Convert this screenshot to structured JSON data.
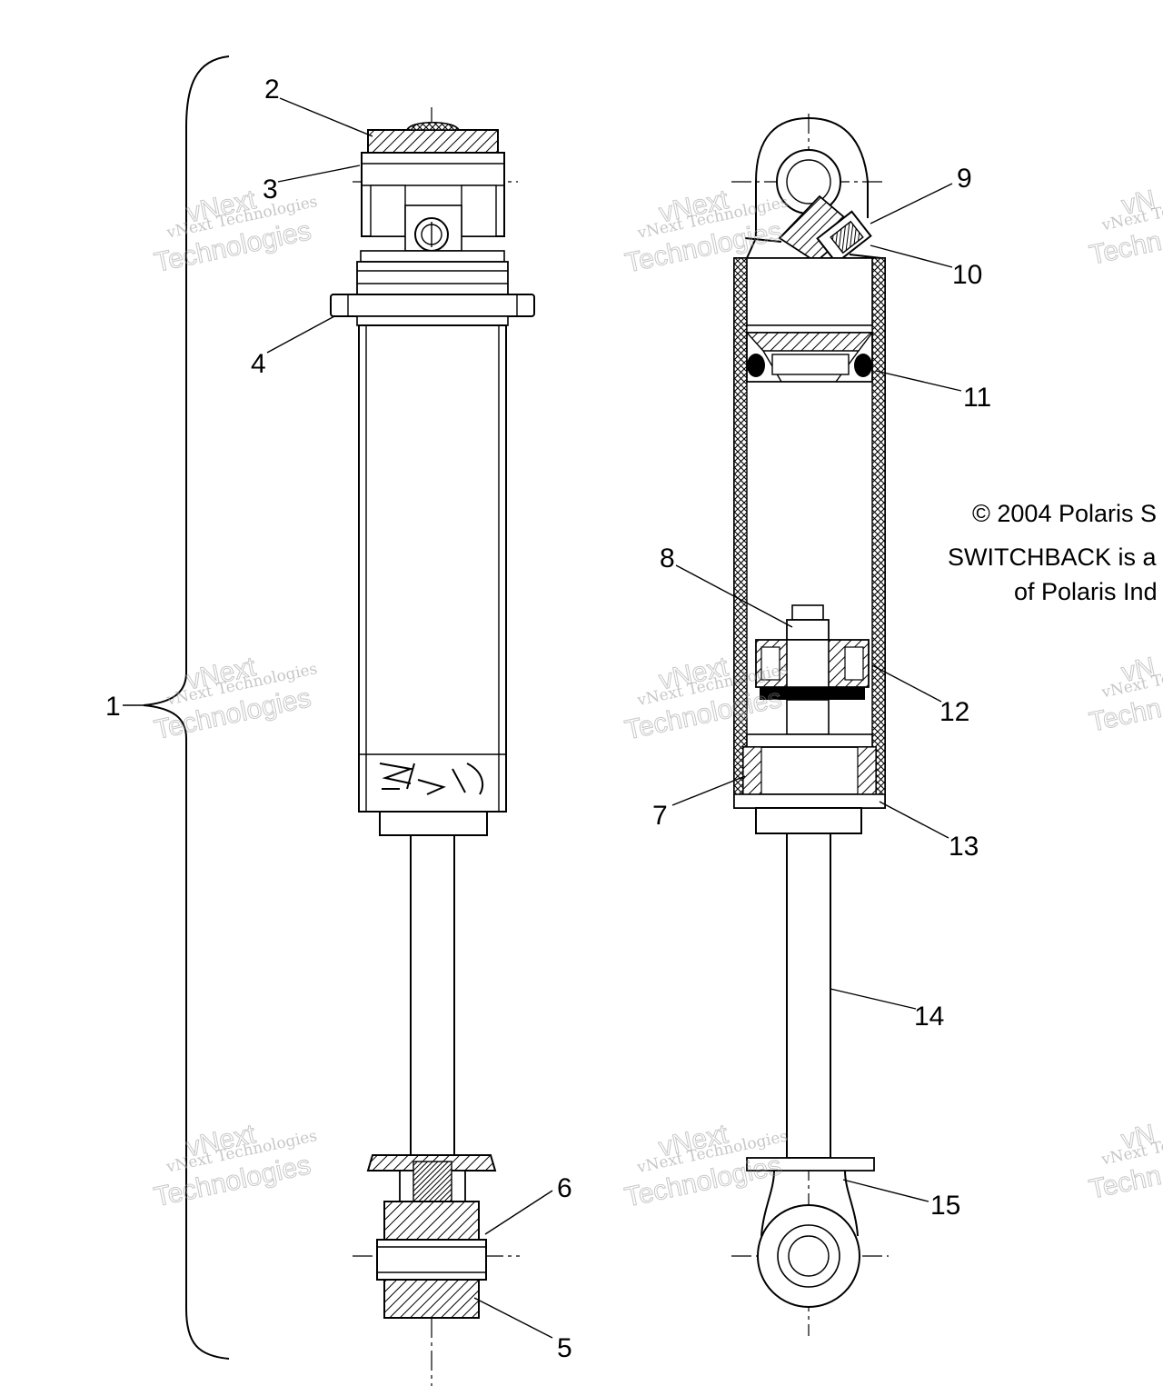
{
  "callouts": [
    "1",
    "2",
    "3",
    "4",
    "5",
    "6",
    "7",
    "8",
    "9",
    "10",
    "11",
    "12",
    "13",
    "14",
    "15"
  ],
  "watermark": {
    "small": "vNext Technologies",
    "big": "Technologies",
    "top": "vNext",
    "small_cut": "vNext Te",
    "big_cut": "Techn",
    "top_cut": "vN"
  },
  "copyright": {
    "line1": "© 2004 Polaris S",
    "line2": "SWITCHBACK is a",
    "line3": "of Polaris Ind"
  },
  "colors": {
    "ink": "#000000",
    "watermark": "#9a9a9a",
    "background": "#ffffff"
  }
}
